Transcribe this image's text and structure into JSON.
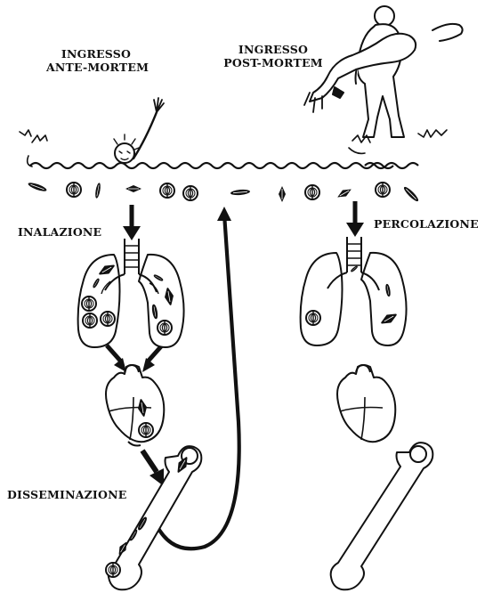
{
  "labels": {
    "ante_mortem_line1": "INGRESSO",
    "ante_mortem_line2": "ANTE-MORTEM",
    "post_mortem_line1": "INGRESSO",
    "post_mortem_line2": "POST-MORTEM",
    "inhalation": "INALAZIONE",
    "percolation": "PERCOLAZIONE",
    "dissemination": "DISSEMINAZIONE"
  },
  "colors": {
    "ink": "#111111",
    "background": "#ffffff"
  }
}
